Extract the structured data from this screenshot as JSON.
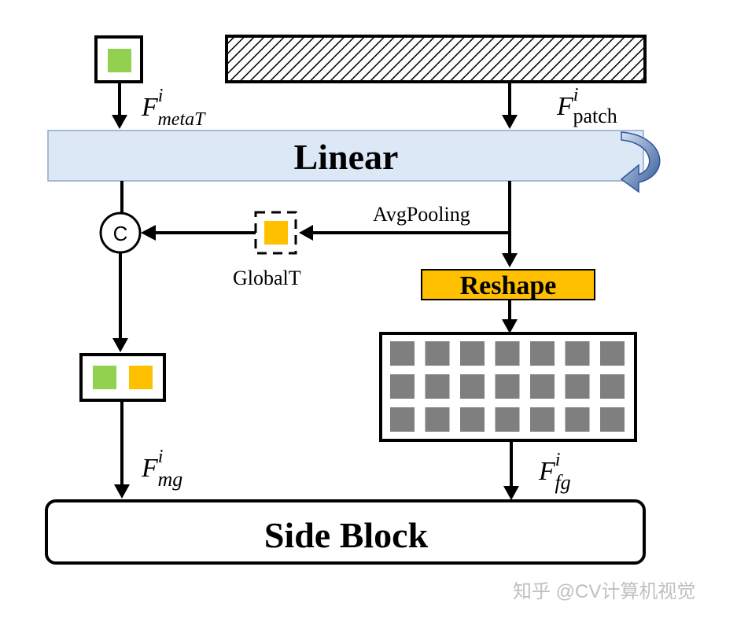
{
  "blocks": {
    "linear_label": "Linear",
    "reshape_label": "Reshape",
    "side_block_label": "Side Block"
  },
  "labels": {
    "avgpooling": "AvgPooling",
    "globalt": "GlobalT",
    "concat_symbol": "C"
  },
  "features": {
    "metat": {
      "base": "F",
      "sup": "i",
      "sub": "metaT"
    },
    "patch": {
      "base": "F",
      "sup": "i",
      "sub": "patch"
    },
    "mg": {
      "base": "F",
      "sup": "i",
      "sub": "mg"
    },
    "fg": {
      "base": "F",
      "sup": "i",
      "sub": "fg"
    }
  },
  "watermark": "知乎 @CV计算机视觉",
  "colors": {
    "linear_fill": "#dde8f6",
    "reshape_fill": "#ffc000",
    "green_token": "#92d050",
    "orange_token": "#ffc000",
    "grid_cell": "#7f7f7f",
    "arrow": "#000000",
    "curve_arrow": "#2e5597",
    "watermark": "#c0c0c0"
  },
  "grid": {
    "rows": 3,
    "cols": 7
  }
}
